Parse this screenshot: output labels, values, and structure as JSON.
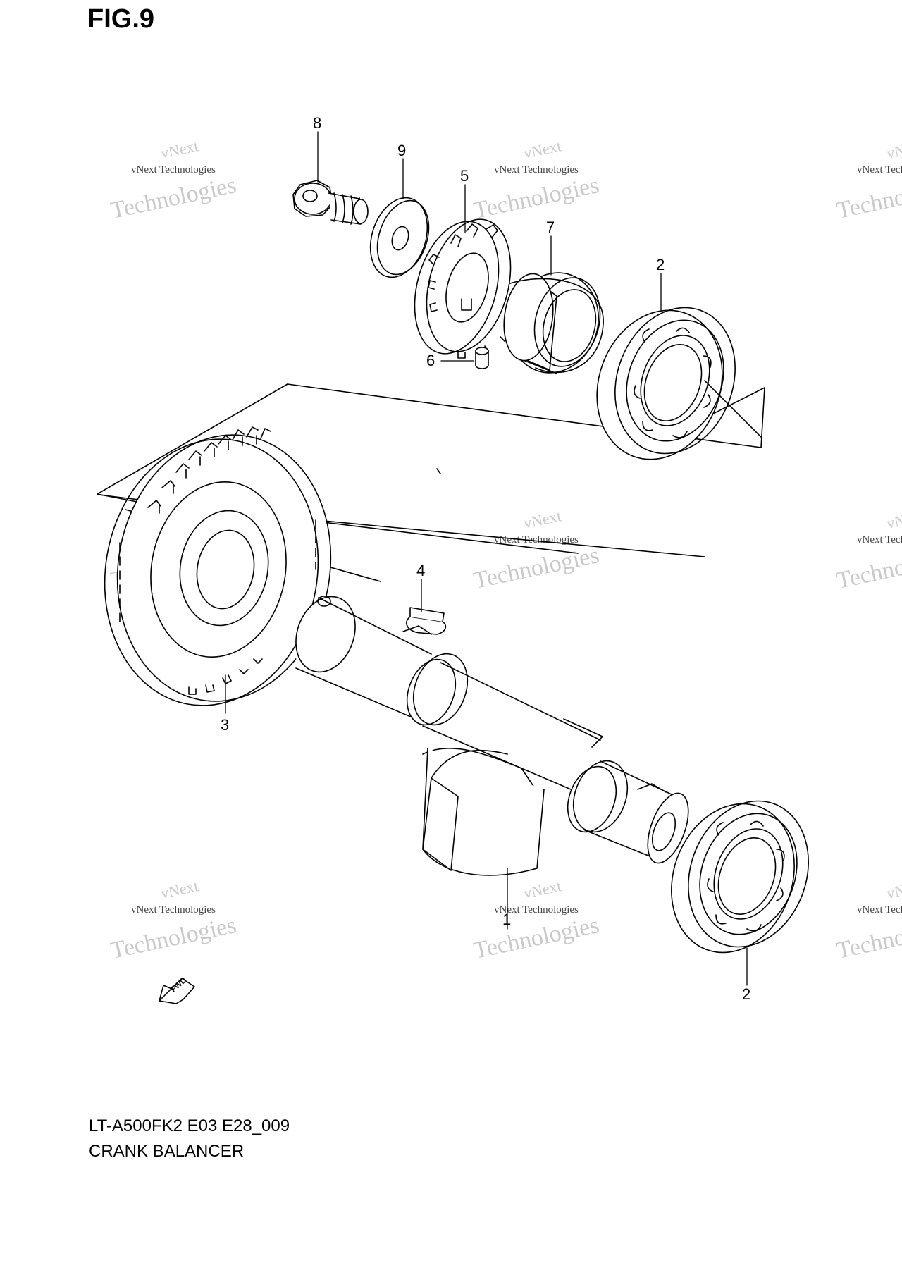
{
  "figure_label": "FIG.9",
  "callouts": [
    {
      "id": "8",
      "label": "8"
    },
    {
      "id": "9",
      "label": "9"
    },
    {
      "id": "5",
      "label": "5"
    },
    {
      "id": "7",
      "label": "7"
    },
    {
      "id": "2a",
      "label": "2"
    },
    {
      "id": "6",
      "label": "6"
    },
    {
      "id": "4",
      "label": "4"
    },
    {
      "id": "3",
      "label": "3"
    },
    {
      "id": "1",
      "label": "1"
    },
    {
      "id": "2b",
      "label": "2"
    }
  ],
  "fwd_label": "FWD",
  "watermark": {
    "line1": "vNext",
    "line2": "vNext Technologies",
    "line3": "Technologies"
  },
  "caption": {
    "model_code": "LT-A500FK2 E03 E28_009",
    "part_name": "CRANK BALANCER"
  }
}
